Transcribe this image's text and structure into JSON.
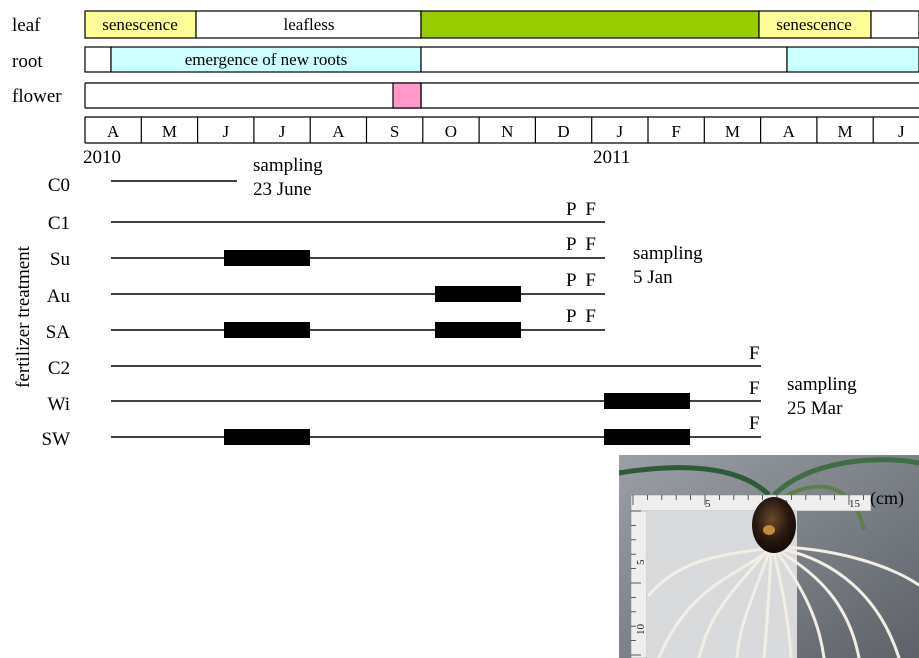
{
  "phenology": {
    "leaf": {
      "label": "leaf",
      "senescence_1": "senescence",
      "leafless": "leafless",
      "senescence_2": "senescence"
    },
    "root": {
      "label": "root",
      "emergence": "emergence of new roots"
    },
    "flower": {
      "label": "flower"
    }
  },
  "colors": {
    "senescence": "#ffff99",
    "leaf_green": "#99cc00",
    "root_cyan": "#ccffff",
    "flower_pink": "#ff99cc",
    "treatment_bar": "#000000"
  },
  "months": [
    "A",
    "M",
    "J",
    "J",
    "A",
    "S",
    "O",
    "N",
    "D",
    "J",
    "F",
    "M",
    "A",
    "M",
    "J"
  ],
  "years": {
    "first": "2010",
    "second": "2011"
  },
  "samplings": [
    {
      "line1": "sampling",
      "line2": "23 June"
    },
    {
      "line1": "sampling",
      "line2": "5 Jan"
    },
    {
      "line1": "sampling",
      "line2": "25 Mar"
    }
  ],
  "y_axis_label": "fertilizer treatment",
  "treatments": [
    {
      "name": "C0"
    },
    {
      "name": "C1",
      "marks": "P  F"
    },
    {
      "name": "Su",
      "marks": "P  F"
    },
    {
      "name": "Au",
      "marks": "P  F"
    },
    {
      "name": "SA",
      "marks": "P  F"
    },
    {
      "name": "C2",
      "marks": "F"
    },
    {
      "name": "Wi",
      "marks": "F"
    },
    {
      "name": "SW",
      "marks": "F"
    }
  ],
  "photo": {
    "scale_unit": "(cm)",
    "ruler_numbers": [
      "5",
      "10",
      "15"
    ],
    "ruler_side_numbers": [
      "5",
      "10"
    ]
  }
}
